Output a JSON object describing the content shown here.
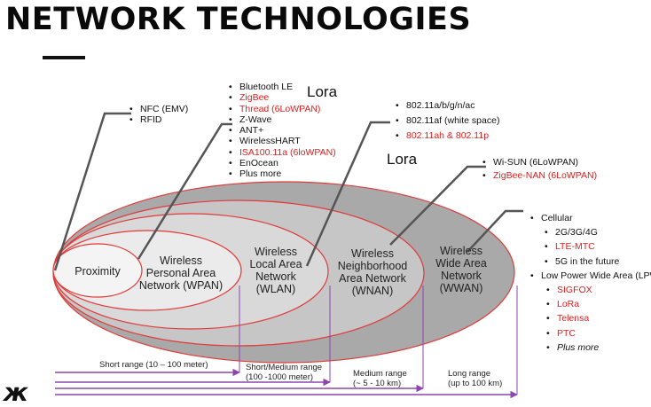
{
  "title": "NETWORK TECHNOLOGIES",
  "logo_text": "ж",
  "lora_labels": [
    "Lora",
    "Lora"
  ],
  "regions": {
    "proximity": "Proximity",
    "wpan": [
      "Wireless",
      "Personal Area",
      "Network (WPAN)"
    ],
    "wlan": [
      "Wireless",
      "Local Area",
      "Network",
      "(WLAN)"
    ],
    "wnan": [
      "Wireless",
      "Neighborhood",
      "Area Network",
      "(WNAN)"
    ],
    "wwan": [
      "Wireless",
      "Wide Area",
      "Network",
      "(WWAN)"
    ]
  },
  "lists": {
    "proximity": [
      {
        "text": "NFC (EMV)",
        "red": false
      },
      {
        "text": "RFID",
        "red": false
      }
    ],
    "wpan": [
      {
        "text": "Bluetooth LE",
        "red": false
      },
      {
        "text": "ZigBee",
        "red": true
      },
      {
        "text": "Thread (6LoWPAN)",
        "red": true
      },
      {
        "text": "Z-Wave",
        "red": false
      },
      {
        "text": "ANT+",
        "red": false
      },
      {
        "text": "WirelessHART",
        "red": false
      },
      {
        "text": "ISA100.11a (6loWPAN)",
        "red": true
      },
      {
        "text": "EnOcean",
        "red": false
      },
      {
        "text": "Plus more",
        "red": false
      }
    ],
    "wlan": [
      {
        "text": "802.11a/b/g/n/ac",
        "red": false
      },
      {
        "text": "802.11af (white space)",
        "red": false
      },
      {
        "text": "802.11ah & 802.11p",
        "red": true
      }
    ],
    "wnan": [
      {
        "text": "Wi-SUN (6LoWPAN)",
        "red": false
      },
      {
        "text": "ZigBee-NAN (6LoWPAN)",
        "red": true
      }
    ],
    "wwan": [
      {
        "text": "Cellular",
        "red": false,
        "level": 0
      },
      {
        "text": "2G/3G/4G",
        "red": false,
        "level": 1
      },
      {
        "text": "LTE-MTC",
        "red": true,
        "level": 1
      },
      {
        "text": "5G in the future",
        "red": false,
        "level": 1
      },
      {
        "text": "Low Power Wide Area (LPWAN)",
        "red": false,
        "level": 0
      },
      {
        "text": "SIGFOX",
        "red": true,
        "level": 2
      },
      {
        "text": "LoRa",
        "red": true,
        "level": 2
      },
      {
        "text": "Telensa",
        "red": true,
        "level": 2
      },
      {
        "text": "PTC",
        "red": true,
        "level": 2
      },
      {
        "text": "Plus more",
        "red": false,
        "level": 2,
        "italic": true
      }
    ]
  },
  "ranges": {
    "short": "Short range (10 – 100 meter)",
    "short_medium": [
      "Short/Medium range",
      "(100 -1000 meter)"
    ],
    "medium": [
      "Medium range",
      "(~ 5 - 10 km)"
    ],
    "long": [
      "Long range",
      "(up to 100 km)"
    ]
  },
  "colors": {
    "red": "#e02020",
    "outer_ellipse": "#a9a9a9",
    "wnan_ellipse": "#c6c6c6",
    "wlan_ellipse": "#d9d9d9",
    "inner_ellipse": "#ebebeb",
    "ellipse_stroke": "#e03a3a",
    "arrow": "#8e44ad"
  }
}
